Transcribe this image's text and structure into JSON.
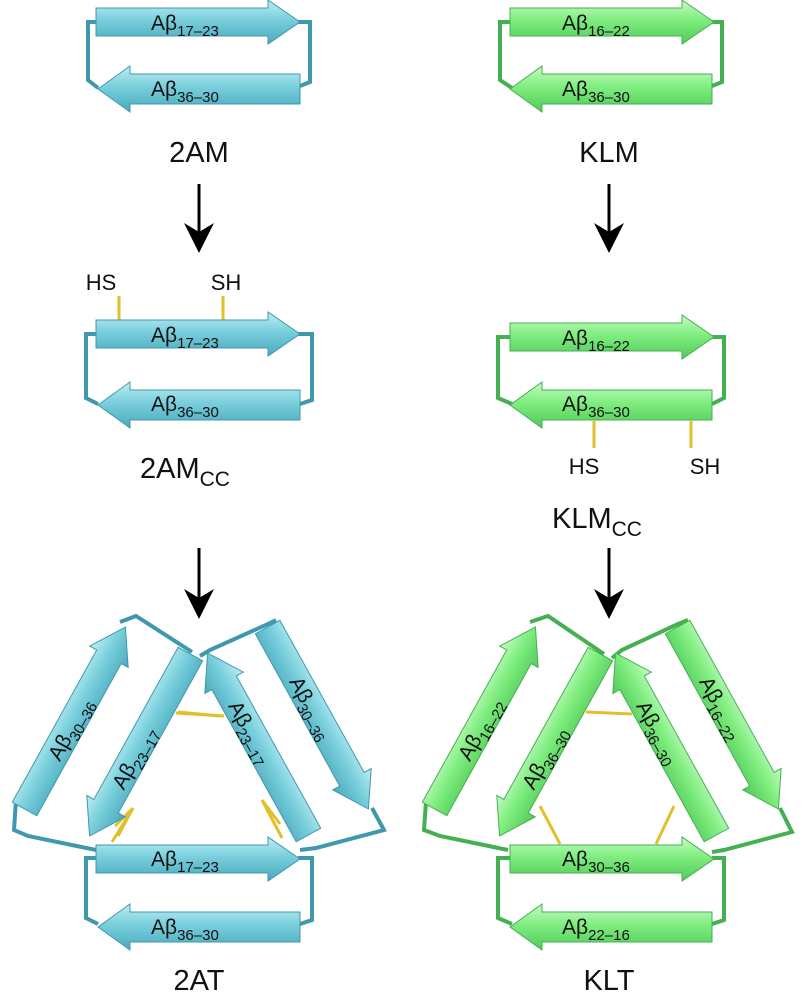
{
  "colors": {
    "cyan": "#6fcbd8",
    "cyan_dark": "#3f98ad",
    "green": "#79ec79",
    "green_dark": "#45b052",
    "bond": "#e2bf2c",
    "arrow": "#000000"
  },
  "left": {
    "mono": {
      "top_base": "Aβ",
      "top_sub": "17–23",
      "bottom_base": "Aβ",
      "bottom_sub": "36–30",
      "label": "2AM"
    },
    "cc": {
      "top_base": "Aβ",
      "top_sub": "17–23",
      "bottom_base": "Aβ",
      "bottom_sub": "36–30",
      "thiol_left": "HS",
      "thiol_right": "SH",
      "label_base": "2AM",
      "label_sub": "CC"
    },
    "trimer": {
      "left_outer_base": "Aβ",
      "left_outer_sub": "30–36",
      "left_inner_base": "Aβ",
      "left_inner_sub": "23–17",
      "right_inner_base": "Aβ",
      "right_inner_sub": "23–17",
      "right_outer_base": "Aβ",
      "right_outer_sub": "30–36",
      "bottom_top_base": "Aβ",
      "bottom_top_sub": "17–23",
      "bottom_bottom_base": "Aβ",
      "bottom_bottom_sub": "36–30",
      "label": "2AT"
    }
  },
  "right": {
    "mono": {
      "top_base": "Aβ",
      "top_sub": "16–22",
      "bottom_base": "Aβ",
      "bottom_sub": "36–30",
      "label": "KLM"
    },
    "cc": {
      "top_base": "Aβ",
      "top_sub": "16–22",
      "bottom_base": "Aβ",
      "bottom_sub": "36–30",
      "thiol_left": "HS",
      "thiol_right": "SH",
      "label_base": "KLM",
      "label_sub": "CC"
    },
    "trimer": {
      "left_outer_base": "Aβ",
      "left_outer_sub": "16–22",
      "left_inner_base": "Aβ",
      "left_inner_sub": "36–30",
      "right_inner_base": "Aβ",
      "right_inner_sub": "36–30",
      "right_outer_base": "Aβ",
      "right_outer_sub": "16–22",
      "bottom_top_base": "Aβ",
      "bottom_top_sub": "30–36",
      "bottom_bottom_base": "Aβ",
      "bottom_bottom_sub": "22–16",
      "label": "KLT"
    }
  }
}
